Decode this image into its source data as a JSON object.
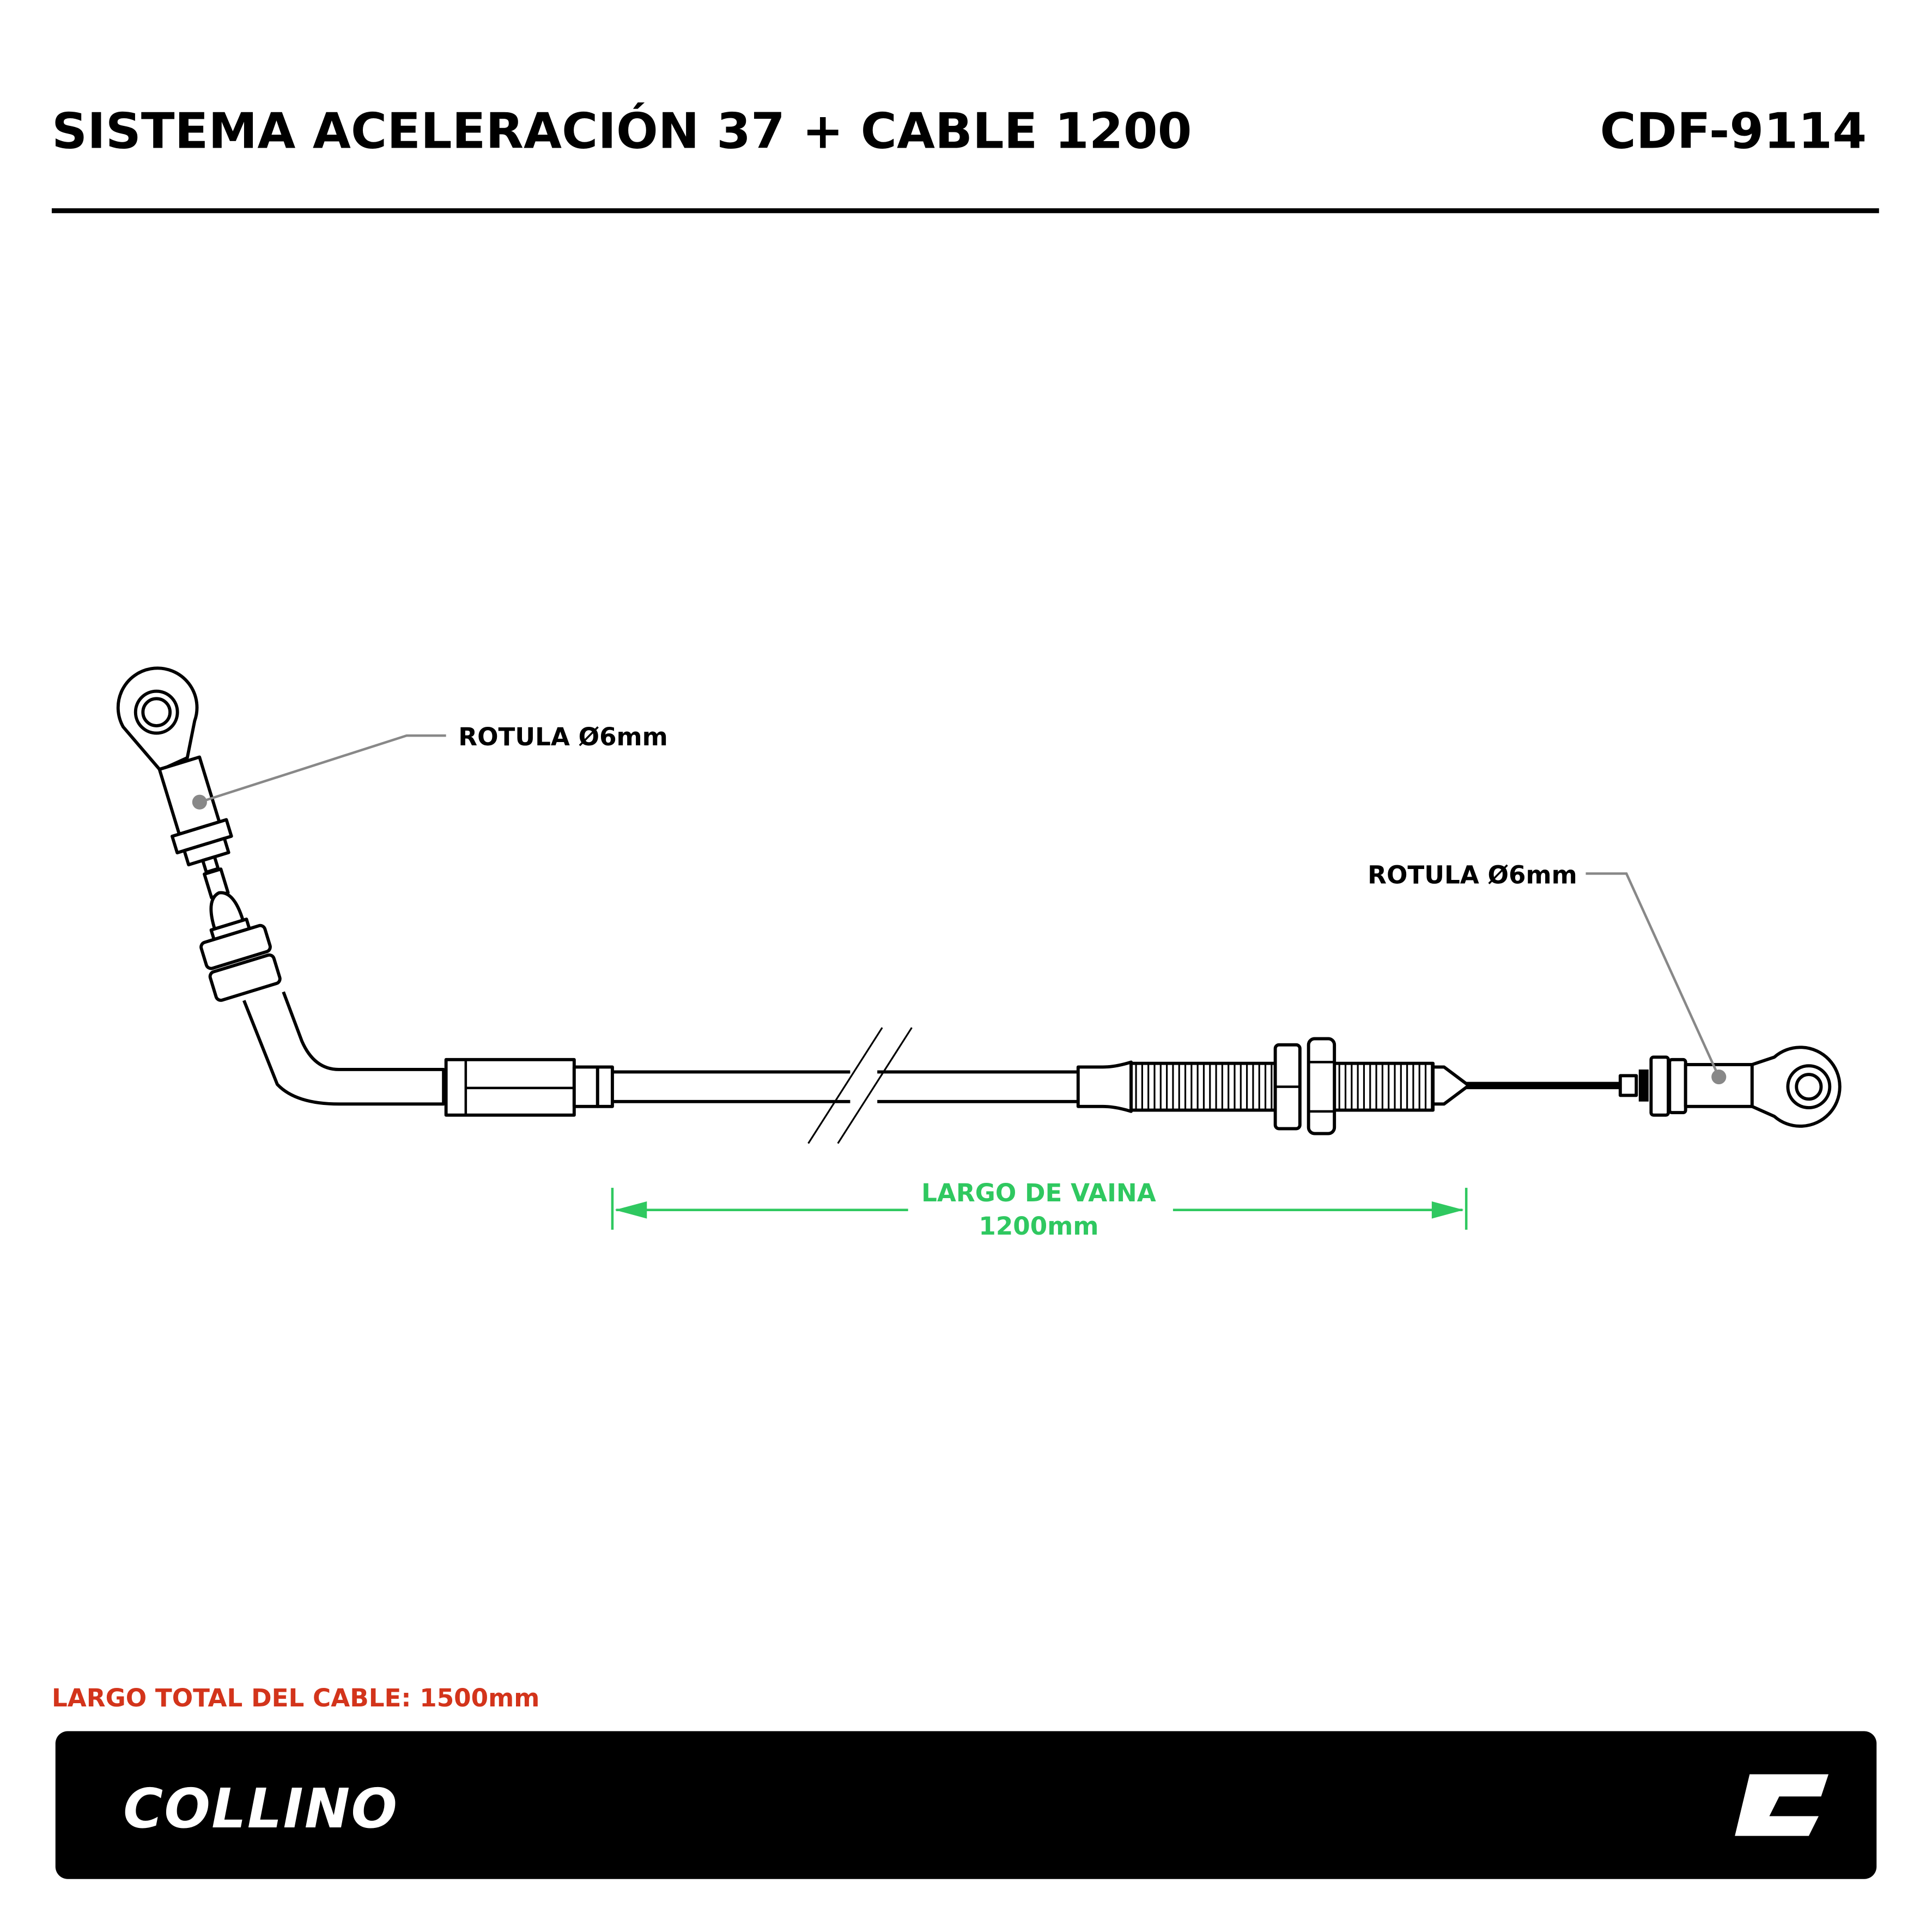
{
  "header": {
    "title": "SISTEMA ACELERACIÓN 37 + CABLE 1200",
    "code": "CDF-9114"
  },
  "callouts": [
    {
      "label": "ROTULA Ø6mm"
    },
    {
      "label": "ROTULA Ø6mm"
    }
  ],
  "dimension": {
    "label": "LARGO DE VAINA",
    "value": "1200mm"
  },
  "total_length": "LARGO TOTAL DEL CABLE: 1500mm",
  "footer": {
    "brand": "COLLINO",
    "emblem": "C"
  },
  "colors": {
    "dimension": "#2fc860",
    "total": "#d3341b",
    "footer_bg": "#000000",
    "leader": "#888888"
  }
}
